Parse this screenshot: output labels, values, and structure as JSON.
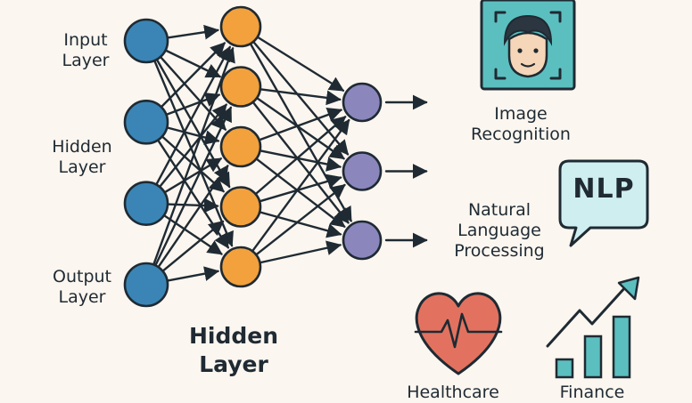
{
  "labels": {
    "input": [
      "Input",
      "Layer"
    ],
    "hidden_left": [
      "Hidden",
      "Layer"
    ],
    "output": [
      "Output",
      "Layer"
    ],
    "hidden_bottom": [
      "Hidden",
      "Layer"
    ]
  },
  "applications": {
    "image": [
      "Image",
      "Recognition"
    ],
    "nlp_badge": "NLP",
    "nlp": [
      "Natural",
      "Language",
      "Processing"
    ],
    "healthcare": "Healthcare",
    "finance": "Finance"
  },
  "network": {
    "input_nodes": 4,
    "hidden_nodes": 5,
    "output_nodes": 3
  },
  "colors": {
    "input": "#3a85b5",
    "hidden": "#f3a13c",
    "output": "#8b87bd",
    "line": "#1f2a33",
    "teal": "#5cbfbf",
    "heart": "#e2725f",
    "bars": "#5cbfbf",
    "background": "#fbf6ef"
  },
  "icons": [
    "face-recognition-icon",
    "speech-bubble-icon",
    "heart-pulse-icon",
    "bar-chart-growth-icon"
  ]
}
